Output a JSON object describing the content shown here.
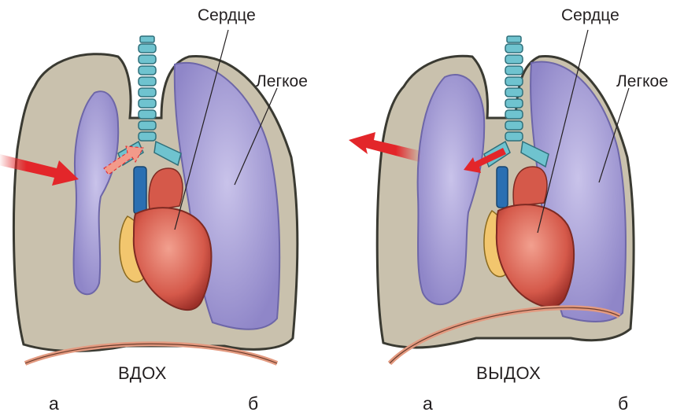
{
  "colors": {
    "pleura": "#c9c1ad",
    "outline": "#3a3a32",
    "lung": "#a9a2d6",
    "heart": "#d9685a",
    "fat": "#f2c66e",
    "trachea": "#6fc3cf",
    "vessel": "#2a6fb2",
    "arrow": "#e3262a",
    "diaphragm": "#e39a80"
  },
  "panels": [
    {
      "heart_label": "Сердце",
      "lung_label": "Легкое",
      "caption": "ВДОХ",
      "letter_a": "а",
      "letter_b": "б",
      "airflow": "in"
    },
    {
      "heart_label": "Сердце",
      "lung_label": "Легкое",
      "caption": "ВЫДОХ",
      "letter_a": "а",
      "letter_b": "б",
      "airflow": "out"
    }
  ]
}
